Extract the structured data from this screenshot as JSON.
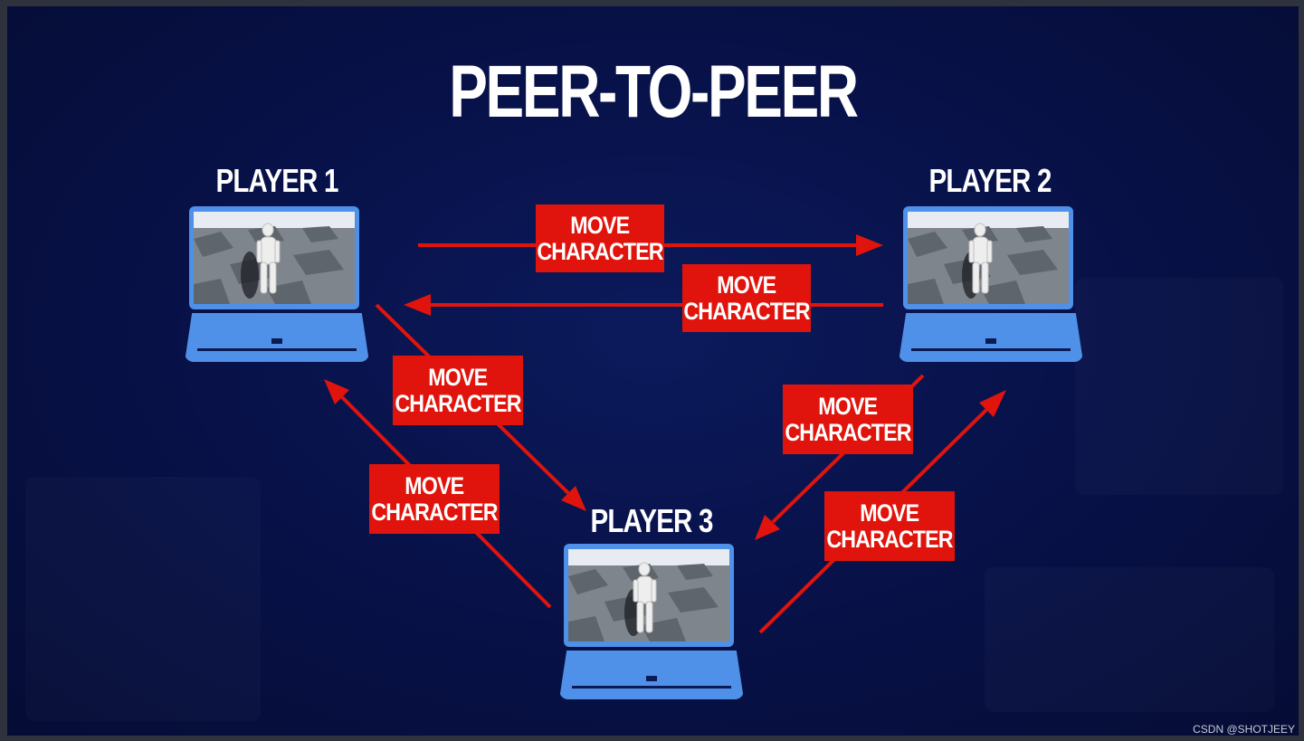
{
  "slide": {
    "title": "PEER-TO-PEER"
  },
  "players": [
    {
      "id": "player-1",
      "label": "PLAYER 1"
    },
    {
      "id": "player-2",
      "label": "PLAYER 2"
    },
    {
      "id": "player-3",
      "label": "PLAYER 3"
    }
  ],
  "messages": [
    {
      "from": "player-1",
      "to": "player-2",
      "line1": "MOVE",
      "line2": "CHARACTER"
    },
    {
      "from": "player-2",
      "to": "player-1",
      "line1": "MOVE",
      "line2": "CHARACTER"
    },
    {
      "from": "player-1",
      "to": "player-3",
      "line1": "MOVE",
      "line2": "CHARACTER"
    },
    {
      "from": "player-3",
      "to": "player-1",
      "line1": "MOVE",
      "line2": "CHARACTER"
    },
    {
      "from": "player-2",
      "to": "player-3",
      "line1": "MOVE",
      "line2": "CHARACTER"
    },
    {
      "from": "player-3",
      "to": "player-2",
      "line1": "MOVE",
      "line2": "CHARACTER"
    }
  ],
  "colors": {
    "background": "#08124a",
    "laptop": "#4f90e8",
    "message_box": "#e0140c",
    "arrow": "#e0140c",
    "text": "#ffffff"
  },
  "icons": {
    "laptop": "laptop-icon",
    "character": "mannequin-character-icon"
  },
  "watermark": "CSDN @SHOTJEEY"
}
